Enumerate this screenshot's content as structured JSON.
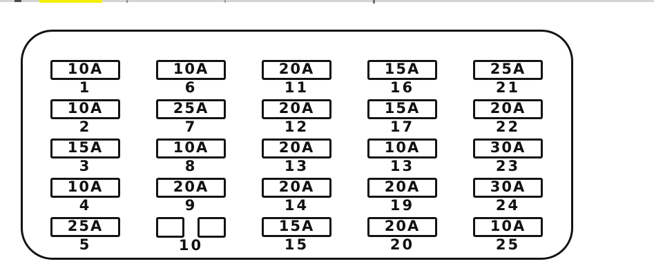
{
  "artifacts": {
    "note": "cropped text line fragments at top edge",
    "strip_color": "#d4d4d6",
    "highlight_color": "#f4ef00"
  },
  "panel": {
    "columns": [
      {
        "fuses": [
          {
            "amp": "10A",
            "num": "1"
          },
          {
            "amp": "10A",
            "num": "2"
          },
          {
            "amp": "15A",
            "num": "3"
          },
          {
            "amp": "10A",
            "num": "4"
          },
          {
            "amp": "25A",
            "num": "5"
          }
        ]
      },
      {
        "fuses": [
          {
            "amp": "10A",
            "num": "6"
          },
          {
            "amp": "25A",
            "num": "7"
          },
          {
            "amp": "10A",
            "num": "8"
          },
          {
            "amp": "20A",
            "num": "9"
          },
          {
            "amp": "",
            "num": "10",
            "empty_pair": true
          }
        ]
      },
      {
        "fuses": [
          {
            "amp": "20A",
            "num": "11"
          },
          {
            "amp": "20A",
            "num": "12"
          },
          {
            "amp": "20A",
            "num": "13"
          },
          {
            "amp": "20A",
            "num": "14"
          },
          {
            "amp": "15A",
            "num": "15"
          }
        ]
      },
      {
        "fuses": [
          {
            "amp": "15A",
            "num": "16"
          },
          {
            "amp": "15A",
            "num": "17"
          },
          {
            "amp": "10A",
            "num": "13"
          },
          {
            "amp": "20A",
            "num": "19"
          },
          {
            "amp": "20A",
            "num": "20"
          }
        ]
      },
      {
        "fuses": [
          {
            "amp": "25A",
            "num": "21"
          },
          {
            "amp": "20A",
            "num": "22"
          },
          {
            "amp": "30A",
            "num": "23"
          },
          {
            "amp": "30A",
            "num": "24"
          },
          {
            "amp": "10A",
            "num": "25"
          }
        ]
      }
    ]
  }
}
